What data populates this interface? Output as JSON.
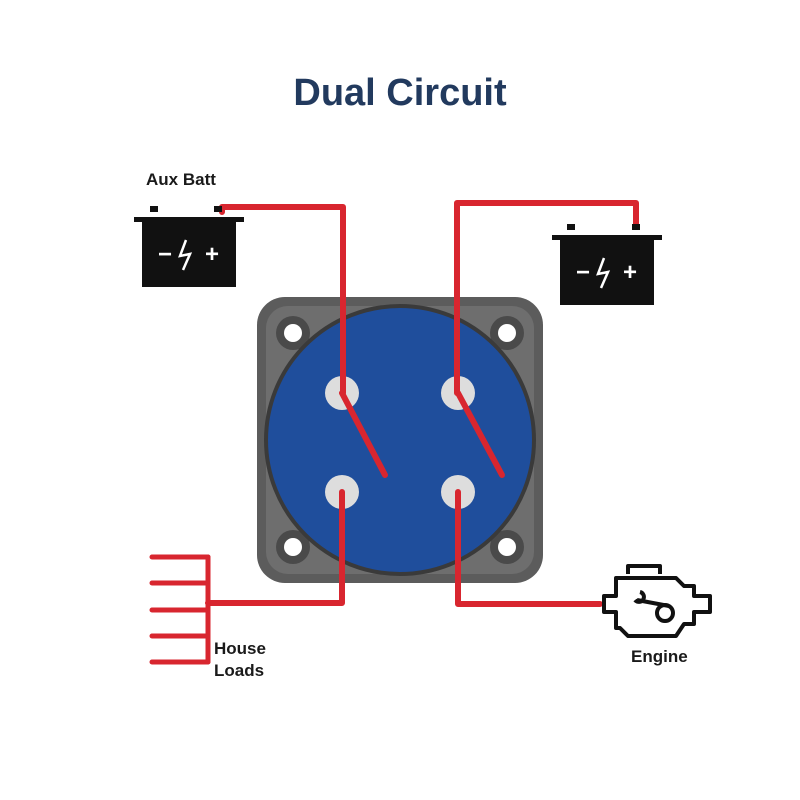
{
  "diagram": {
    "title": "Dual Circuit",
    "labels": {
      "aux_batt": "Aux Batt",
      "house_line1": "House",
      "house_line2": "Loads",
      "engine": "Engine"
    },
    "battery_symbols": {
      "minus": "−",
      "plus": "+"
    },
    "colors": {
      "title": "#223a5e",
      "wire": "#d8262f",
      "switch_face": "#1f4e9c",
      "switch_housing": "#5a5a5a",
      "terminal": "#dddddd"
    },
    "icons": [
      "battery-icon",
      "battery-icon",
      "switch-icon",
      "engine-icon",
      "load-bus-icon"
    ]
  }
}
